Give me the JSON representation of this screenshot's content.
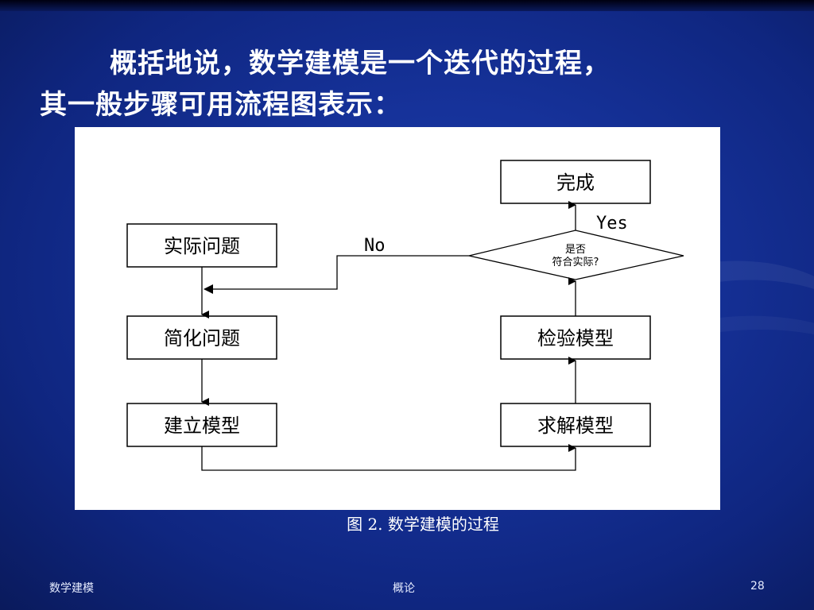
{
  "slide": {
    "title_line1": "概括地说，数学建模是一个迭代的过程，",
    "title_line2": "其一般步骤可用流程图表示：",
    "caption": "图 2. 数学建模的过程"
  },
  "diagram": {
    "boxes": {
      "actual_problem": "实际问题",
      "simplify_problem": "简化问题",
      "build_model": "建立模型",
      "solve_model": "求解模型",
      "test_model": "检验模型",
      "done": "完成"
    },
    "decision": {
      "line1": "是否",
      "line2": "符合实际?"
    },
    "labels": {
      "yes": "Yes",
      "no": "No"
    }
  },
  "footer": {
    "left": "数学建模",
    "center": "概论",
    "page_number": "28"
  },
  "colors": {
    "background": "#16329a",
    "text": "#ffffff",
    "diagram_panel": "#ffffff"
  }
}
